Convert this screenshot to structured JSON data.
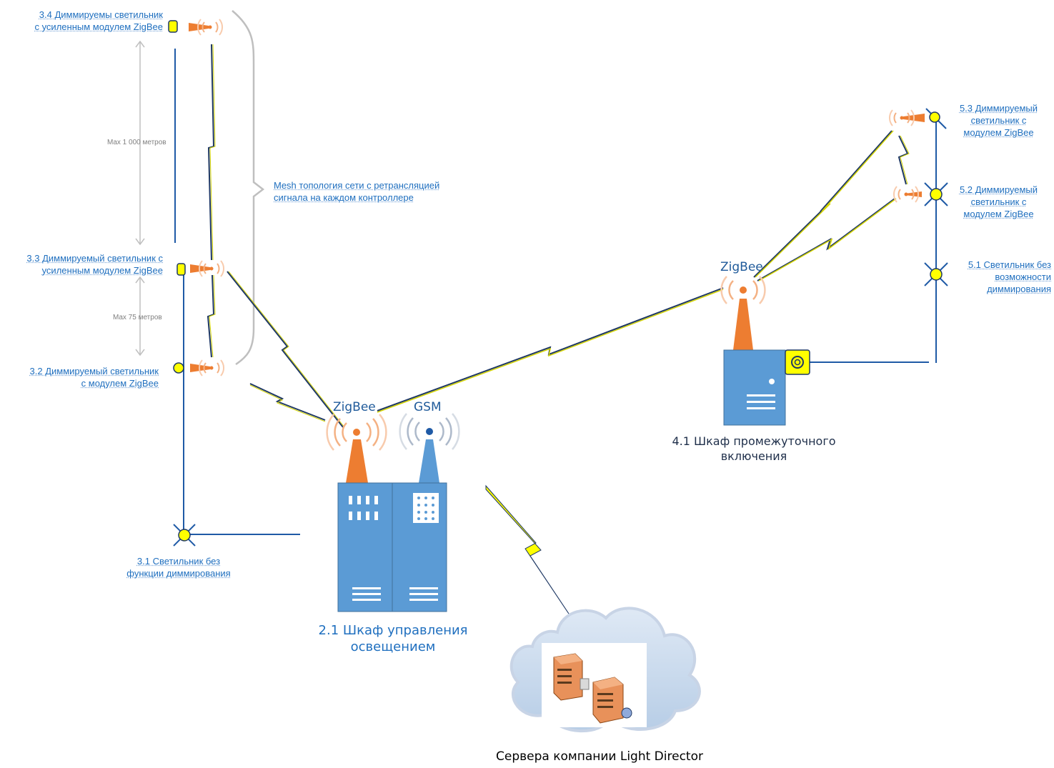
{
  "labels": {
    "l34": [
      "3.4 Диммируемы светильник",
      "с усиленным модулем ZigBee"
    ],
    "l33": [
      "3.3 Диммируемый светильник с",
      "усиленным модулем ZigBee"
    ],
    "l32": [
      "3.2 Диммируемый светильник",
      "с модулем ZigBee"
    ],
    "l31": [
      "3.1 Светильник без",
      "функции диммирования"
    ],
    "mesh": [
      "Mesh топология сети с ретрансляцией",
      "сигнала на каждом контроллере"
    ],
    "l53": [
      "5.3 Диммируемый",
      "светильник с",
      "модулем ZigBee"
    ],
    "l52": [
      "5.2 Диммируемый",
      "светильник с",
      "модулем ZigBee"
    ],
    "l51": [
      "5.1 Светильник без",
      "возможности",
      "диммирования"
    ]
  },
  "distances": {
    "max1000": "Max 1 000 метров",
    "max75": "Max 75 метров"
  },
  "antennas": {
    "zigbee_main": "ZigBee",
    "gsm": "GSM",
    "zigbee_remote": "ZigBee"
  },
  "cabinets": {
    "main": [
      "2.1 Шкаф управления",
      "освещением"
    ],
    "intermediate": [
      "4.1 Шкаф промежуточного",
      "включения"
    ]
  },
  "servers_label": "Сервера компании Light Director",
  "colors": {
    "blue_box": "#5b9bd5",
    "orange": "#ed7d31",
    "lamp_yellow": "#ffff00",
    "link_line": "#1f3864",
    "label_blue": "#1f6fbf"
  }
}
